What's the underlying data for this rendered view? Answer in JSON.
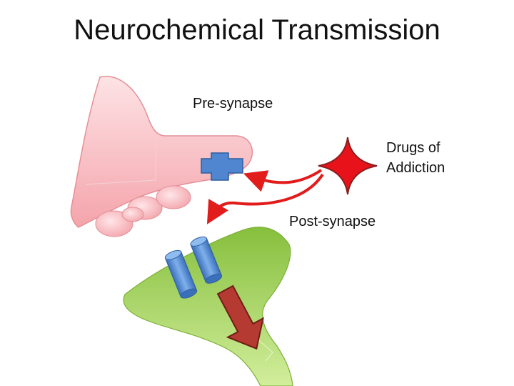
{
  "slide": {
    "title": "Neurochemical Transmission",
    "labels": {
      "pre_synapse": "Pre-synapse",
      "post_synapse": "Post-synapse",
      "drugs_line1": "Drugs of",
      "drugs_line2": "Addiction"
    }
  },
  "colors": {
    "pre_synapse_fill": "#f5a8ae",
    "post_synapse_fill": "#9dcc55",
    "receptor_blue": "#4f86cf",
    "drug_red": "#e8121a",
    "arrow_red": "#e21b1b",
    "signal_arrow": "#b53a32"
  }
}
